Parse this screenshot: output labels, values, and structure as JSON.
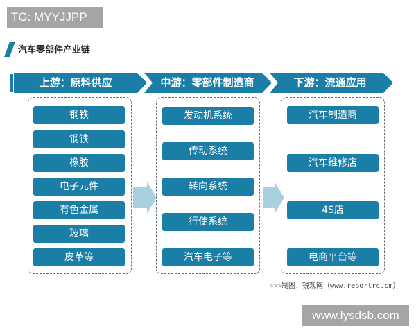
{
  "overlay": {
    "top_badge": "TG: MYYJJPP",
    "bottom_badge": "www.lysdsb.com"
  },
  "diagram": {
    "title": "汽车零部件产业链",
    "accent_color": "#1a7ea6",
    "arrow_color": "#a9d0de",
    "stages": [
      {
        "header": "上游：原料供应",
        "items": [
          "钢铁",
          "钢铁",
          "橡胶",
          "电子元件",
          "有色金属",
          "玻璃",
          "皮革等"
        ]
      },
      {
        "header": "中游：零部件制造商",
        "items": [
          "发动机系统",
          "传动系统",
          "转向系统",
          "行使系统",
          "汽车电子等"
        ]
      },
      {
        "header": "下游：流通应用",
        "items": [
          "汽车制造商",
          "汽车维修店",
          "4S店",
          "电商平台等"
        ]
      }
    ],
    "credit_prefix": ">>>",
    "credit": "制图：锐观网（www.reportrc.cm）"
  }
}
